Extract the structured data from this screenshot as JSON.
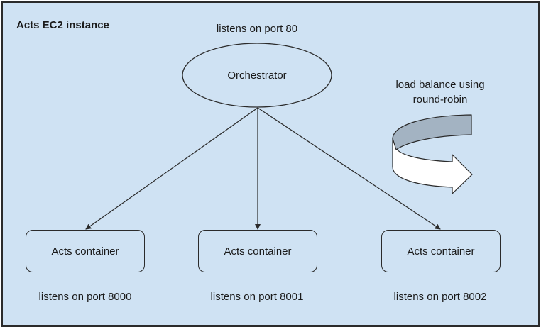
{
  "diagram": {
    "title": "Acts EC2 instance",
    "orchestrator": {
      "label": "Orchestrator",
      "port_note": "listens on port 80"
    },
    "load_balance_note": {
      "line1": "load balance using",
      "line2": "round-robin"
    },
    "containers": [
      {
        "label": "Acts container",
        "port_note": "listens on port 8000"
      },
      {
        "label": "Acts container",
        "port_note": "listens on port 8001"
      },
      {
        "label": "Acts container",
        "port_note": "listens on port 8002"
      }
    ],
    "edges": [
      {
        "from": "orchestrator",
        "to": "container-0"
      },
      {
        "from": "orchestrator",
        "to": "container-1"
      },
      {
        "from": "orchestrator",
        "to": "container-2"
      }
    ],
    "colors": {
      "background": "#cfe2f3",
      "stroke": "#2b2b2b",
      "arrow_fill": "#a3b3c2"
    }
  }
}
